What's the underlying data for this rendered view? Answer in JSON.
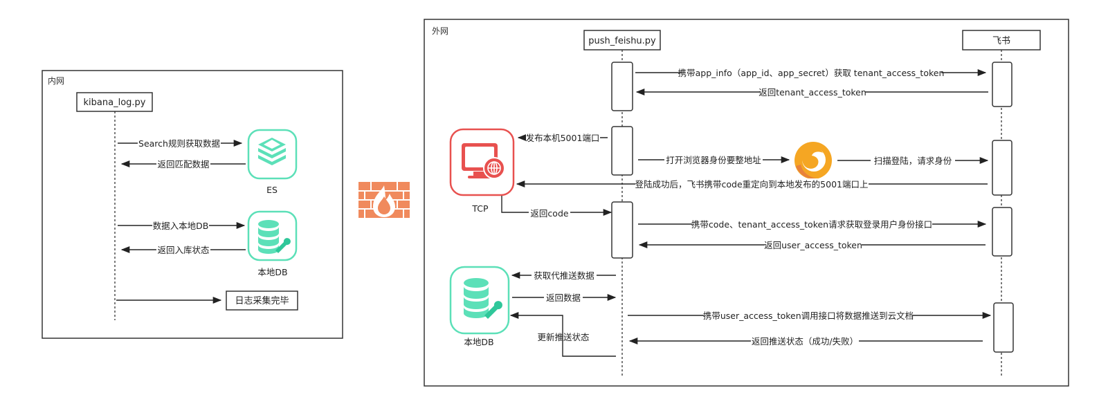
{
  "left_frame": {
    "label": "内网",
    "lifeline": "kibana_log.py",
    "es_caption": "ES",
    "db_caption": "本地DB",
    "done_box": "日志采集完毕",
    "arrows": {
      "search": "Search规则获取数据",
      "return_match": "返回匹配数据",
      "insert_db": "数据入本地DB",
      "return_status": "返回入库状态"
    }
  },
  "right_frame": {
    "label": "外网",
    "lifeline_push": "push_feishu.py",
    "lifeline_feishu": "飞书",
    "tcp_caption": "TCP",
    "db_caption": "本地DB",
    "arrows": {
      "get_tenant": "携带app_info（app_id、app_secret）获取 tenant_access_token",
      "return_tenant": "返回tenant_access_token",
      "publish_port": "发布本机5001端口",
      "open_browser": "打开浏览器身份要整地址",
      "scan_login": "扫描登陆，请求身份",
      "redirect": "登陆成功后，飞书携带code重定向到本地发布的5001端口上",
      "return_code": "返回code",
      "get_user": "携带code、tenant_access_token请求获取登录用户身份接口",
      "return_user": "返回user_access_token",
      "fetch_data": "获取代推送数据",
      "return_data": "返回数据",
      "push_doc": "携带user_access_token调用接口将数据推送到云文档",
      "update_status": "更新推送状态",
      "return_push": "返回推送状态（成功/失败）"
    }
  },
  "colors": {
    "line": "#333333",
    "teal": "#5ce0b8",
    "teal_dark": "#2fc79a",
    "red": "#e8514f",
    "firewall": "#f08a5d",
    "firefox": "#f5a623"
  },
  "icons": {
    "es": "stack-layers-icon",
    "db": "database-wrench-icon",
    "tcp": "monitor-globe-icon",
    "firewall": "firewall-icon",
    "browser": "firefox-icon"
  }
}
